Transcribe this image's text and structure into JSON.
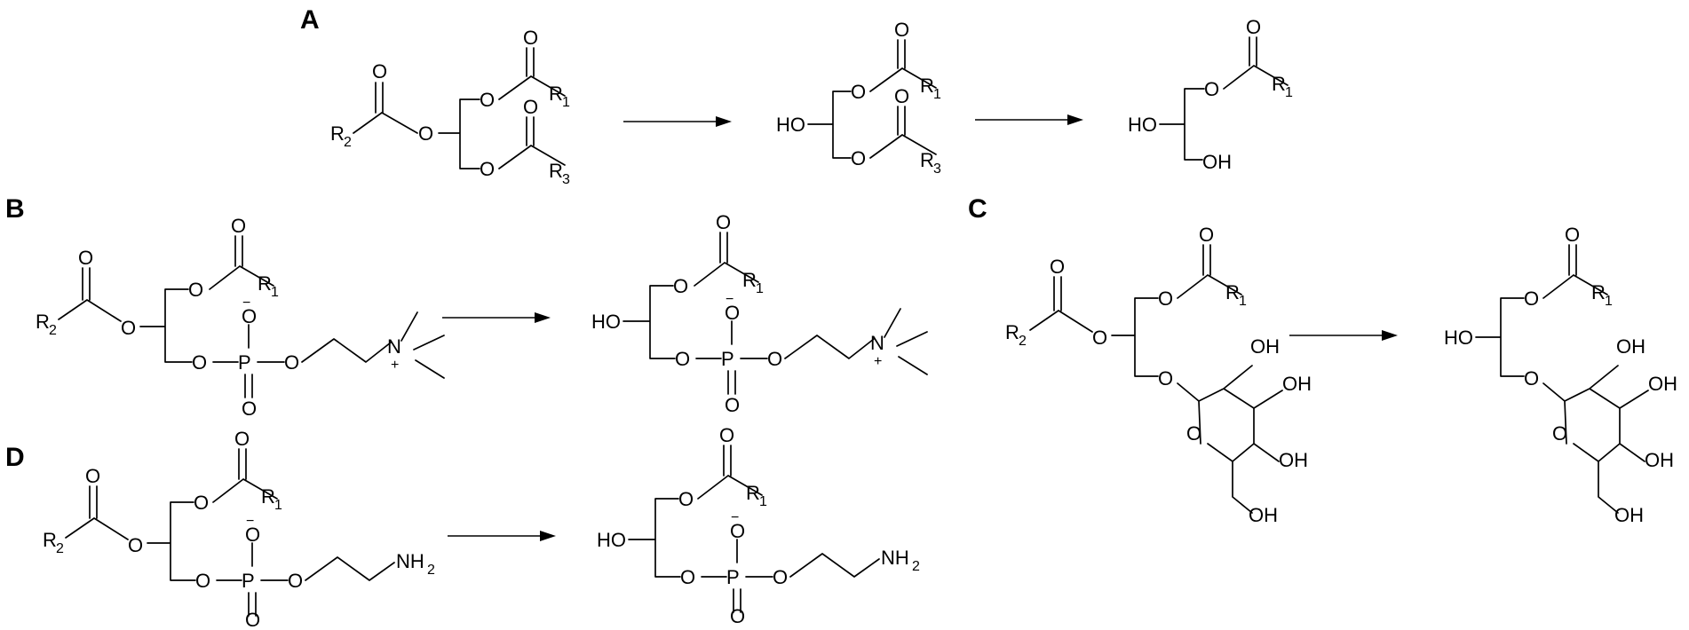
{
  "labels": {
    "O": "O",
    "R": "R",
    "HO": "HO",
    "OH": "OH",
    "P": "P",
    "N": "N",
    "NH": "NH",
    "sub1": "1",
    "sub2": "2",
    "sub3": "3",
    "minus": "−",
    "plus": "+"
  },
  "panels": {
    "a": "A",
    "b": "B",
    "c": "C",
    "d": "D"
  }
}
